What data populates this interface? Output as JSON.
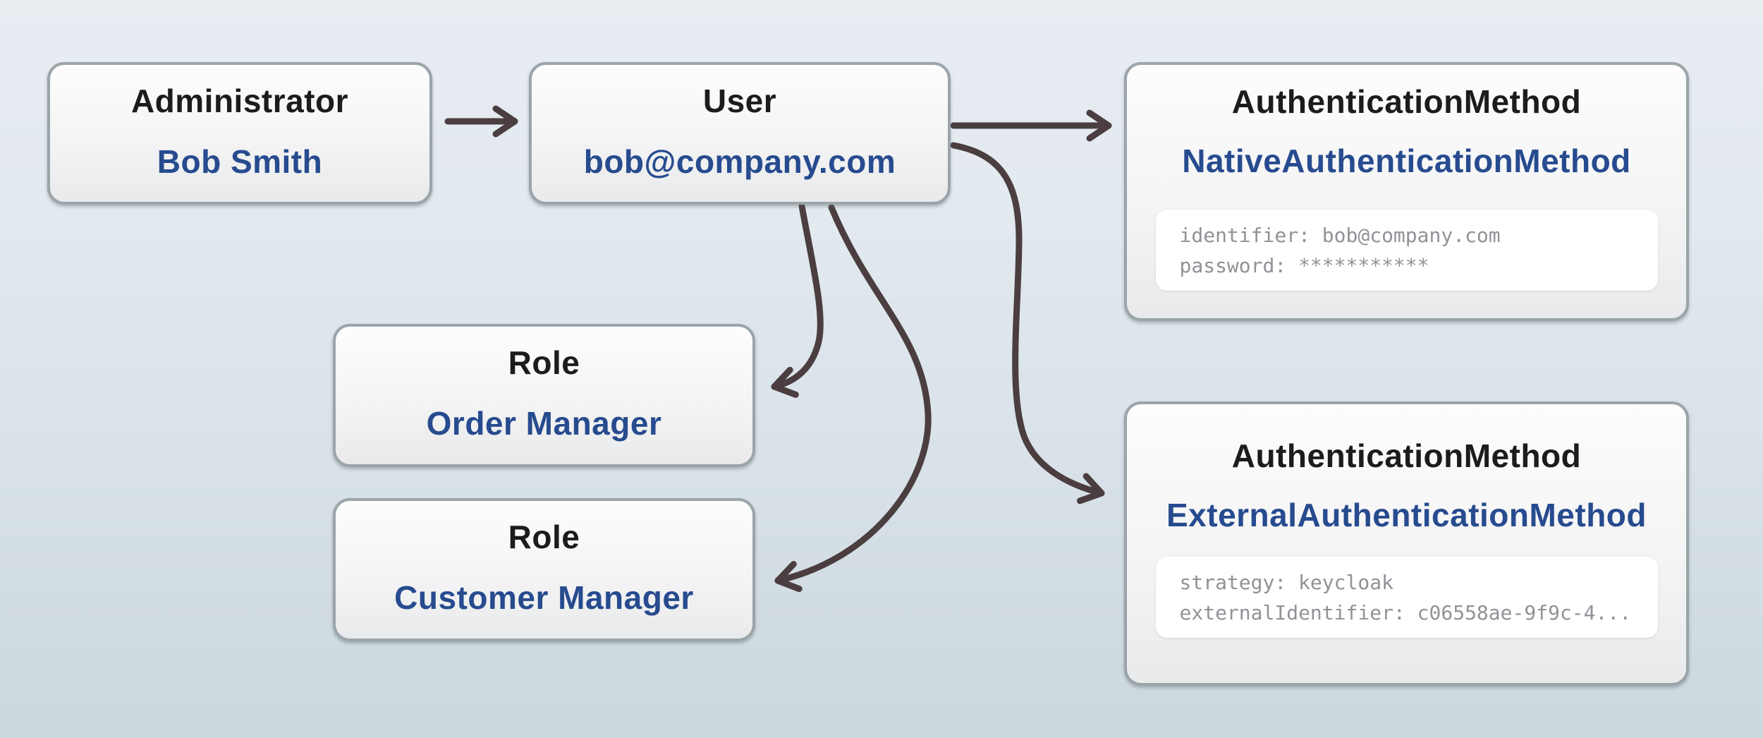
{
  "diagram": {
    "nodes": {
      "administrator": {
        "type": "Administrator",
        "value": "Bob Smith"
      },
      "user": {
        "type": "User",
        "value": "bob@company.com"
      },
      "native_auth": {
        "type": "AuthenticationMethod",
        "value": "NativeAuthenticationMethod",
        "lines": [
          "identifier: bob@company.com",
          "password: ***********"
        ]
      },
      "role_order": {
        "type": "Role",
        "value": "Order Manager"
      },
      "role_customer": {
        "type": "Role",
        "value": "Customer Manager"
      },
      "external_auth": {
        "type": "AuthenticationMethod",
        "value": "ExternalAuthenticationMethod",
        "lines": [
          "strategy: keycloak",
          "externalIdentifier: c06558ae-9f9c-4..."
        ]
      }
    },
    "edges": [
      {
        "from": "administrator",
        "to": "user"
      },
      {
        "from": "user",
        "to": "native_auth"
      },
      {
        "from": "user",
        "to": "external_auth"
      },
      {
        "from": "user",
        "to": "role_order"
      },
      {
        "from": "user",
        "to": "role_customer"
      }
    ]
  },
  "colors": {
    "node_type_text": "#1c1c1e",
    "node_value_text": "#274b8f",
    "node_border": "#9ba4a9",
    "arrow": "#4b3e40",
    "code_text": "#909297"
  }
}
